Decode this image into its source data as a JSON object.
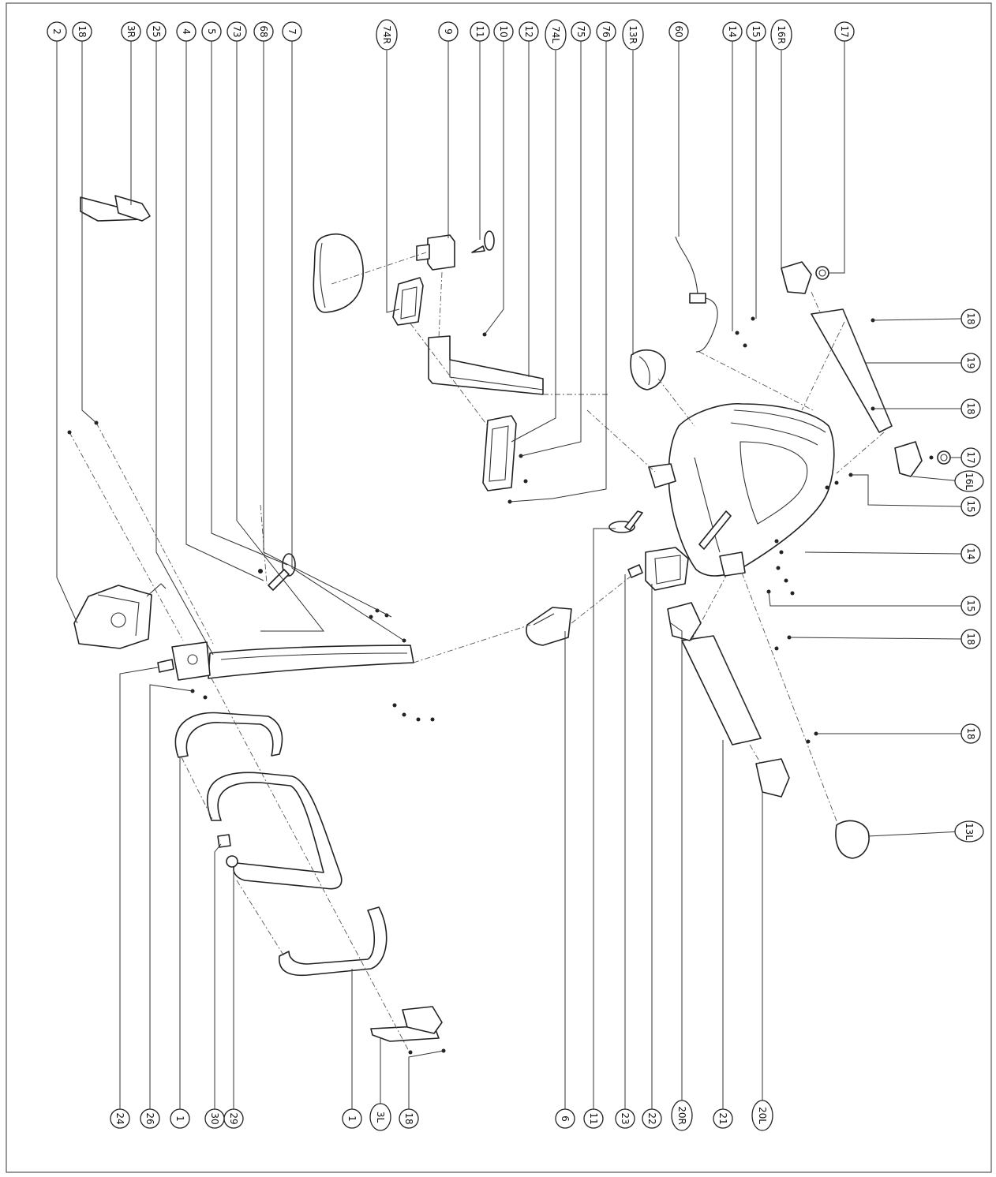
{
  "colors": {
    "line": "#222222",
    "background": "#ffffff"
  },
  "callouts": {
    "c2": "2",
    "c18a": "18",
    "c3R": "3R",
    "c25": "25",
    "c4": "4",
    "c5": "5",
    "c73": "73",
    "c68": "68",
    "c7": "7",
    "c74R": "74R",
    "c9": "9",
    "c11a": "11",
    "c10": "10",
    "c12": "12",
    "c74L": "74L",
    "c75": "75",
    "c76": "76",
    "c13R": "13R",
    "c60": "60",
    "c14a": "14",
    "c15a": "15",
    "c16R": "16R",
    "c17a": "17",
    "c18b": "18",
    "c19": "19",
    "c18c": "18",
    "c17b": "17",
    "c16L": "16L",
    "c15b": "15",
    "c14b": "14",
    "c15c": "15",
    "c18d": "18",
    "c18e": "18",
    "c13L": "13L",
    "c24": "24",
    "c26": "26",
    "c1a": "1",
    "c30": "30",
    "c29": "29",
    "c1b": "1",
    "c3L": "3L",
    "c18f": "18",
    "c6": "6",
    "c11b": "11",
    "c23": "23",
    "c22": "22",
    "c20R": "20R",
    "c21": "21",
    "c20L": "20L"
  }
}
